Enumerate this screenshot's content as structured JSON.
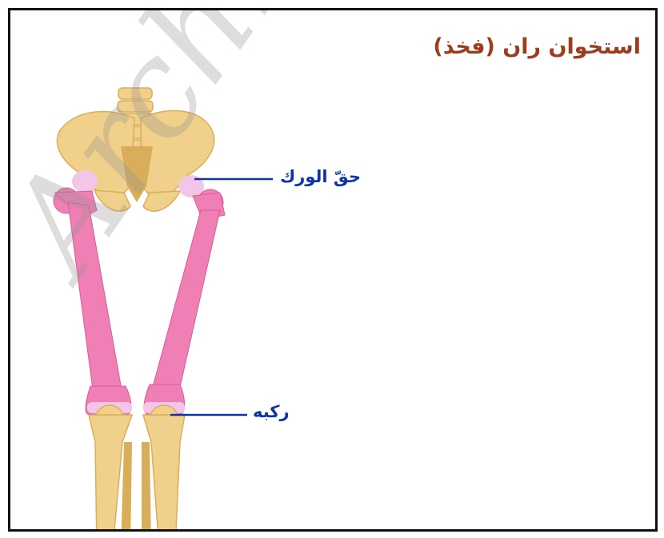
{
  "title": "استخوان ران (فخذ)",
  "labels": {
    "hip_socket": "حقّ الورك",
    "knee": "ركبه"
  },
  "watermark_text": "Archive of S",
  "colors": {
    "title": "#9b3d1e",
    "label": "#1133aa",
    "leader_line": "#1133aa",
    "bone": "#f0d08a",
    "bone_shade": "#d9ae5a",
    "femur": "#ef7fb4",
    "femur_shade": "#d55e97",
    "cartilage": "#f3c5e6",
    "border": "#111111"
  }
}
